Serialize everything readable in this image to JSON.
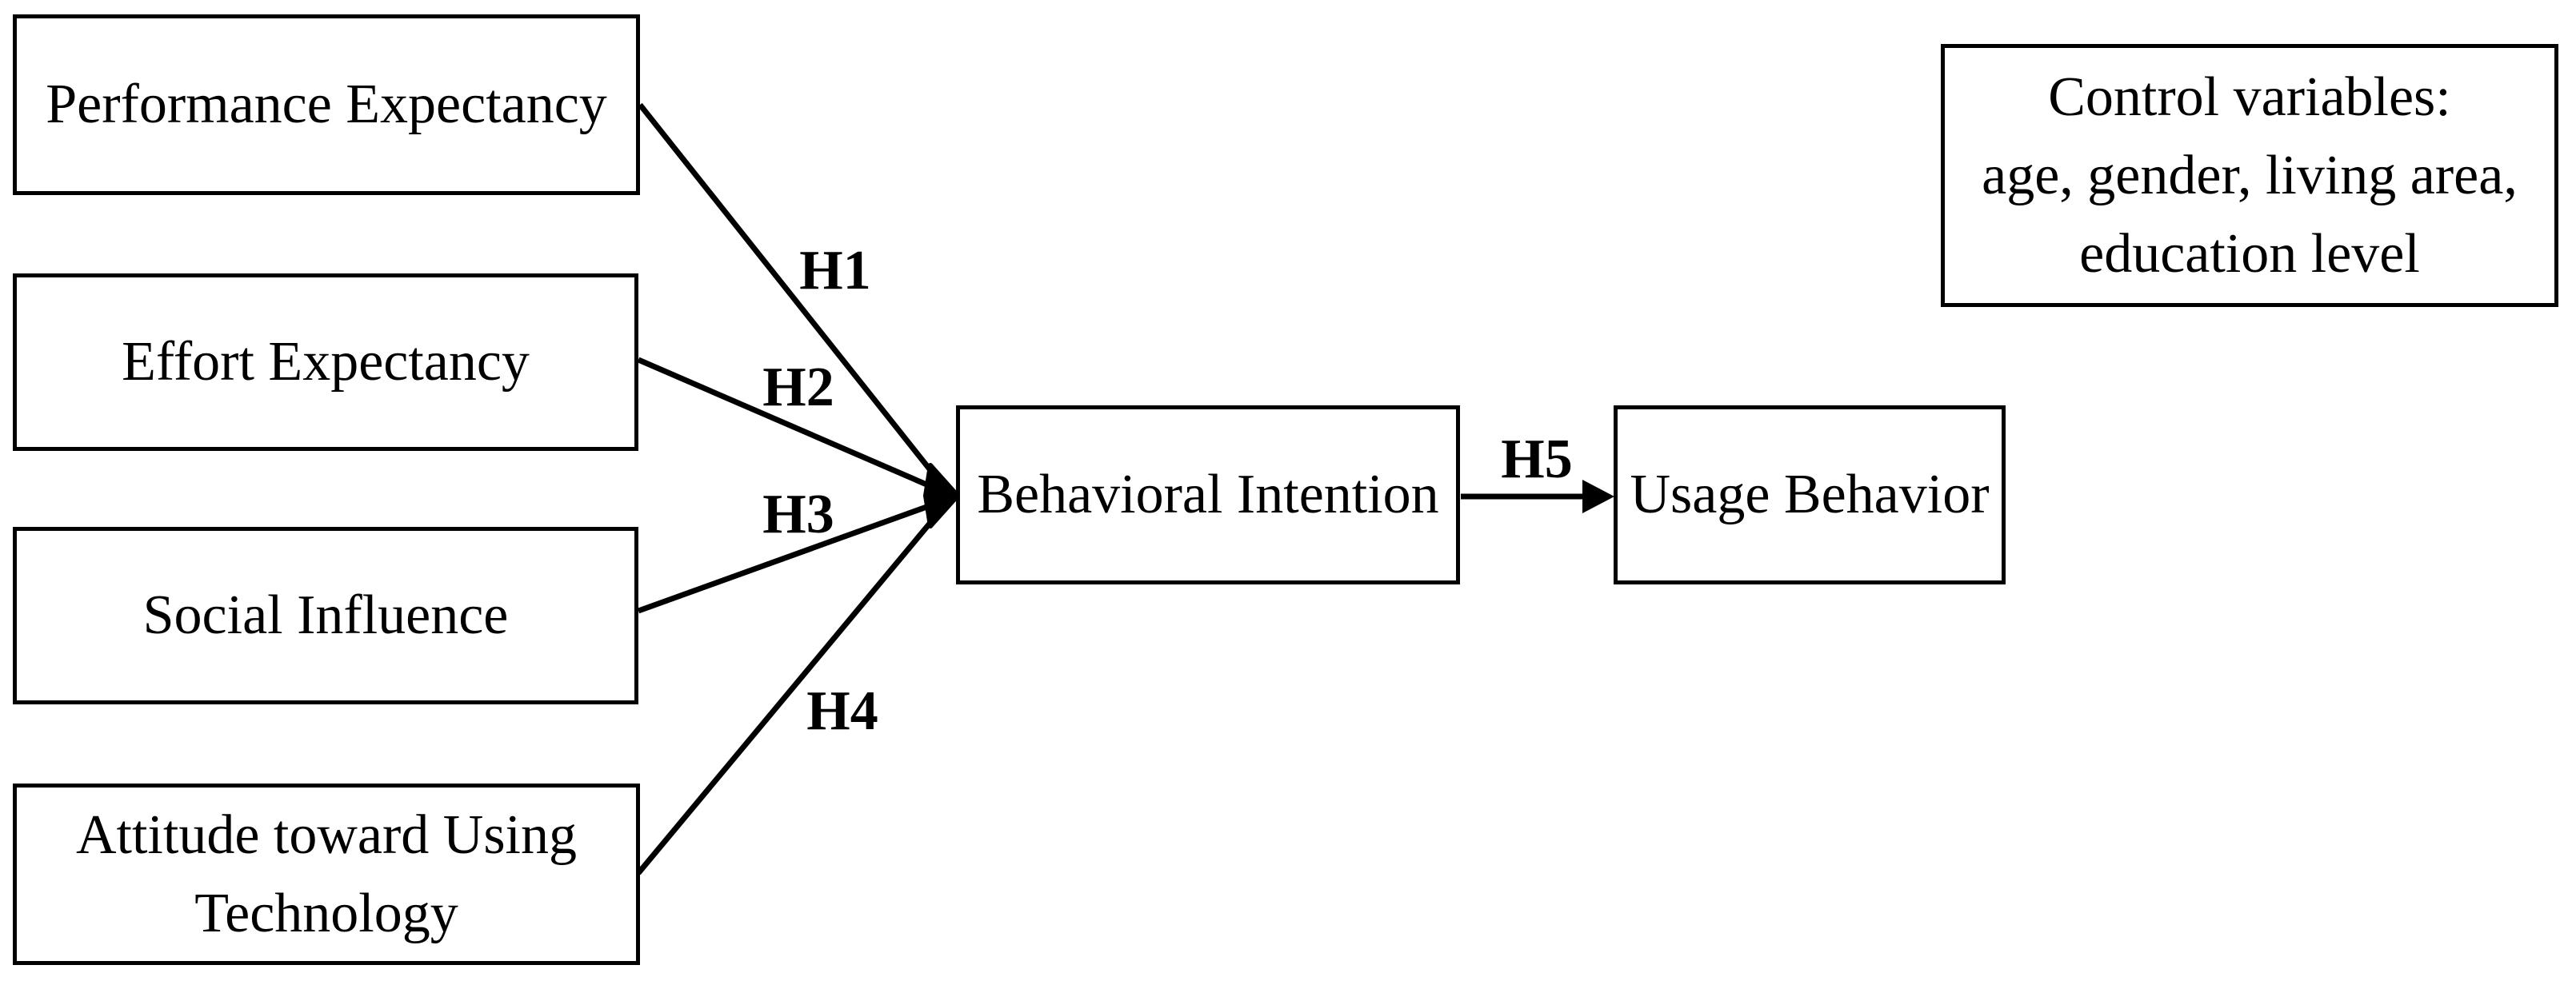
{
  "figure": {
    "type": "path-model-diagram",
    "background": "#ffffff",
    "nodes": {
      "performance_expectancy": {
        "label": "Performance Expectancy"
      },
      "effort_expectancy": {
        "label": "Effort Expectancy"
      },
      "social_influence": {
        "label": "Social Influence"
      },
      "attitude": {
        "label": "Attitude toward Using Technology"
      },
      "behavioral_intention": {
        "label": "Behavioral Intention"
      },
      "usage_behavior": {
        "label": "Usage Behavior"
      }
    },
    "control_box": {
      "line1": "Control variables:",
      "line2": "age, gender, living area,",
      "line3": "education level"
    },
    "edges": {
      "h1": {
        "label": "H1",
        "from": "Performance Expectancy",
        "to": "Behavioral Intention"
      },
      "h2": {
        "label": "H2",
        "from": "Effort Expectancy",
        "to": "Behavioral Intention"
      },
      "h3": {
        "label": "H3",
        "from": "Social Influence",
        "to": "Behavioral Intention"
      },
      "h4": {
        "label": "H4",
        "from": "Attitude toward Using Technology",
        "to": "Behavioral Intention"
      },
      "h5": {
        "label": "H5",
        "from": "Behavioral Intention",
        "to": "Usage Behavior"
      }
    },
    "colors": {
      "line": "#000000",
      "box_border": "#000000",
      "text": "#000000",
      "background": "#ffffff"
    }
  }
}
